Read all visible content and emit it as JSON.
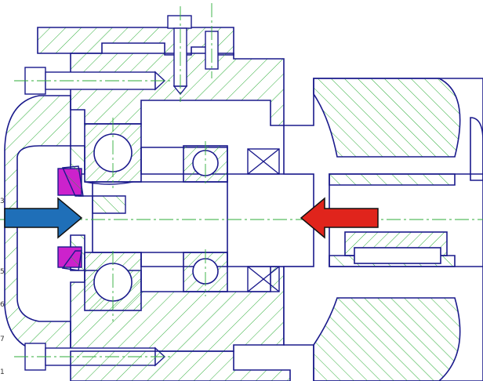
{
  "colors": {
    "outline": "#1a1a8c",
    "hatch": "#2fae3a",
    "centerline": "#2fae3a",
    "seal": "#cc22cc",
    "arrow_left": "#1f6fb8",
    "arrow_right": "#e0241c",
    "background": "#ffffff"
  },
  "arrows": [
    {
      "name": "axial-force-arrow-left",
      "direction": "right",
      "color": "#1f6fb8"
    },
    {
      "name": "axial-force-arrow-right",
      "direction": "left",
      "color": "#e0241c"
    }
  ],
  "edge_labels": [
    "3",
    "5",
    "6",
    "7",
    "1"
  ]
}
